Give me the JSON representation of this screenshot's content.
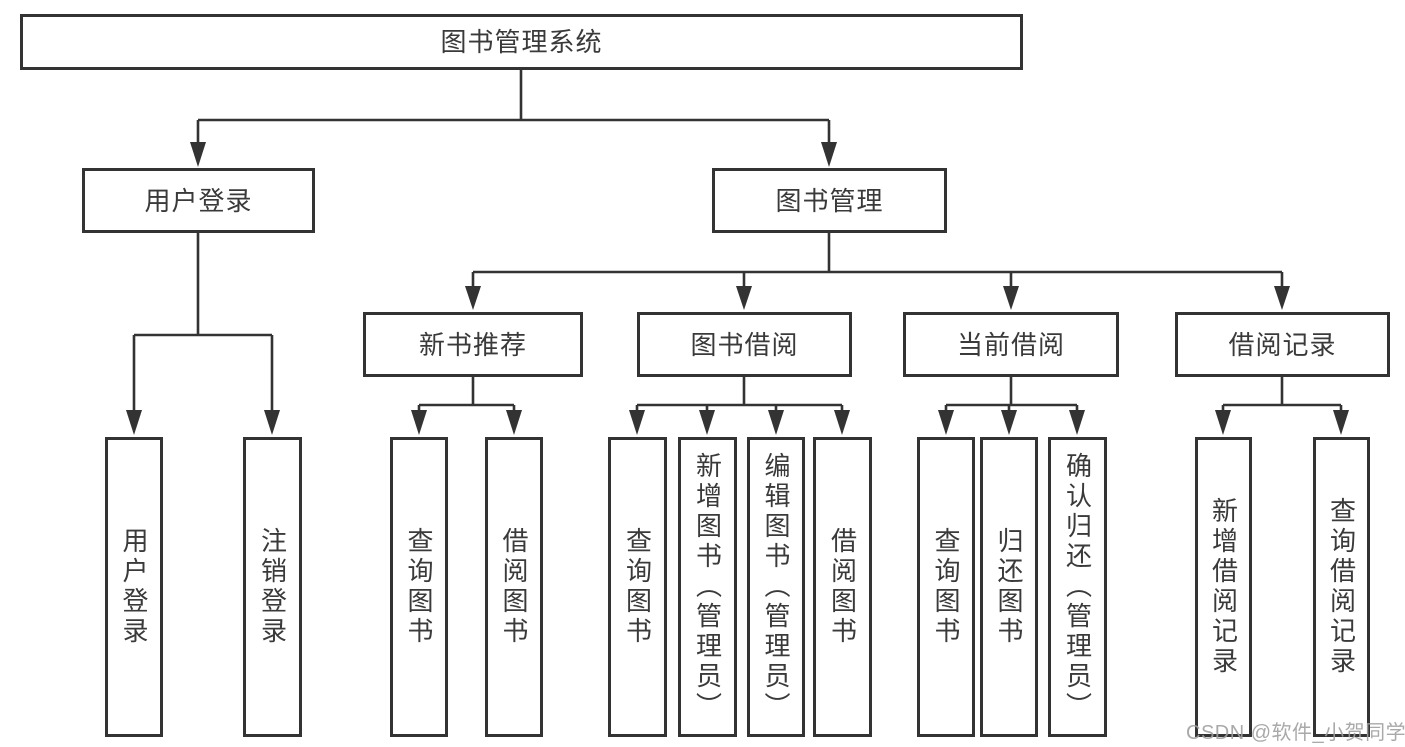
{
  "diagram": {
    "type": "hierarchy-tree",
    "root": {
      "label": "图书管理系统"
    },
    "branches": [
      {
        "label": "用户登录",
        "children": [
          {
            "label": "用户登录"
          },
          {
            "label": "注销登录"
          }
        ]
      },
      {
        "label": "图书管理",
        "children": [
          {
            "label": "新书推荐",
            "children": [
              {
                "label": "查询图书"
              },
              {
                "label": "借阅图书"
              }
            ]
          },
          {
            "label": "图书借阅",
            "children": [
              {
                "label": "查询图书"
              },
              {
                "label": "新增图书（管理员）"
              },
              {
                "label": "编辑图书（管理员）"
              },
              {
                "label": "借阅图书"
              }
            ]
          },
          {
            "label": "当前借阅",
            "children": [
              {
                "label": "查询图书"
              },
              {
                "label": "归还图书"
              },
              {
                "label": "确认归还（管理员）"
              }
            ]
          },
          {
            "label": "借阅记录",
            "children": [
              {
                "label": "新增借阅记录"
              },
              {
                "label": "查询借阅记录"
              }
            ]
          }
        ]
      }
    ],
    "watermark": "CSDN @软件_小贺同学",
    "colors": {
      "line": "#333333",
      "box_border": "#333333",
      "box_background": "#ffffff",
      "text": "#3a3a3a",
      "watermark": "#a0a0a0",
      "page_background": "#ffffff"
    }
  }
}
